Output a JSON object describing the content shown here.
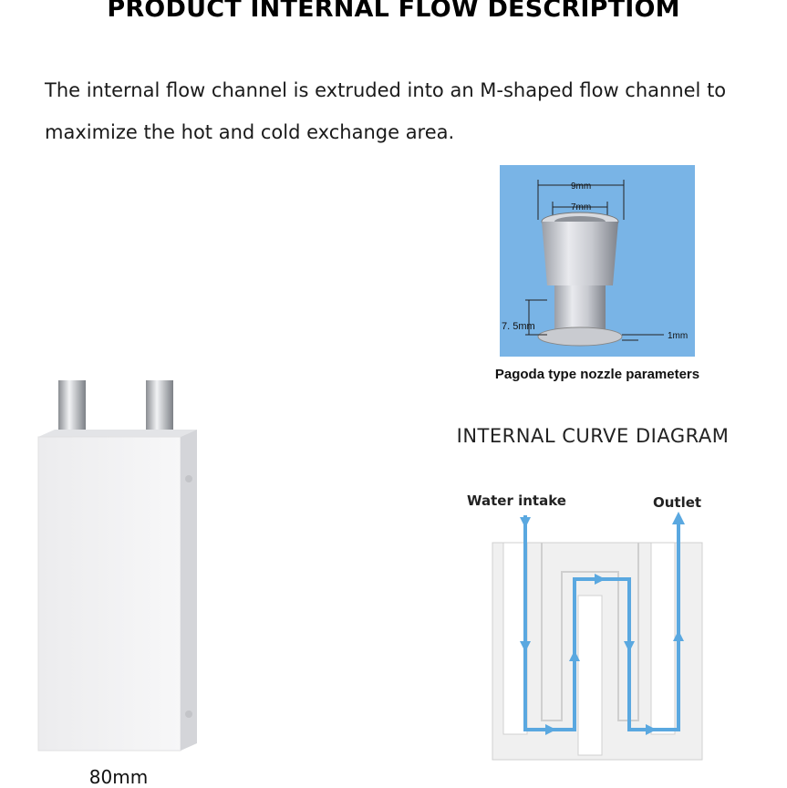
{
  "page": {
    "title": "PRODUCT INTERNAL FLOW DESCRIPTIOM",
    "description": "The internal flow channel is extruded into an M-shaped flow channel to maximize the hot and cold exchange area."
  },
  "nozzle": {
    "dim_outer": "9mm",
    "dim_inner": "7mm",
    "dim_height": "7. 5mm",
    "dim_flange": "1mm",
    "caption": "Pagoda type nozzle parameters"
  },
  "product": {
    "dimension_label": "80mm"
  },
  "curve_diagram": {
    "title": "INTERNAL CURVE DIAGRAM",
    "intake_label": "Water intake",
    "outlet_label": "Outlet",
    "flow_color": "#5aa8e0"
  }
}
